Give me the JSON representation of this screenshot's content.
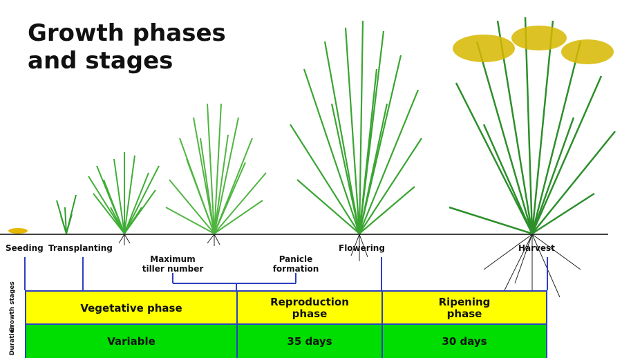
{
  "title": "Growth phases and stages",
  "stages": {
    "seeding": "Seeding",
    "transplanting": "Transplanting",
    "maximum_tiller_number": "Maximum tiller number",
    "panicle_formation": "Panicle formation",
    "flowering": "Flowering",
    "harvest": "Harvest"
  },
  "row_labels": {
    "growth_stages": "Growth stages",
    "duration": "Duration"
  },
  "phases": [
    {
      "name": "Vegetative phase",
      "duration": "Variable"
    },
    {
      "name": "Reproduction phase",
      "duration": "35 days"
    },
    {
      "name": "Ripening phase",
      "duration": "30 days"
    }
  ],
  "colors": {
    "phase_row": "#ffff00",
    "duration_row": "#00dd00",
    "lines": "#2b3fc4",
    "plant": "#2f9e2a",
    "grain": "#d8b800"
  }
}
